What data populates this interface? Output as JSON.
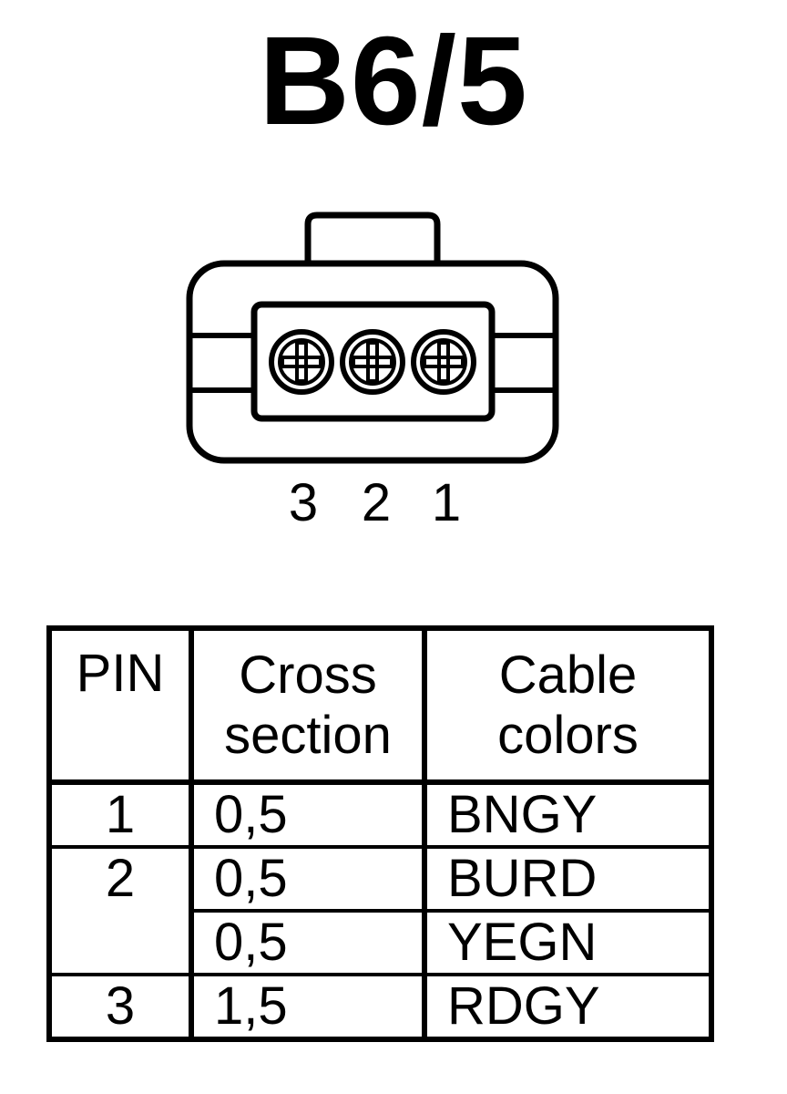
{
  "title": "B6/5",
  "connector": {
    "pin_labels": [
      "3",
      "2",
      "1"
    ]
  },
  "table": {
    "headers": {
      "pin": "PIN",
      "cross_section_line1": "Cross",
      "cross_section_line2": "section",
      "cable_colors_line1": "Cable",
      "cable_colors_line2": "colors"
    },
    "rows": [
      {
        "pin": "1",
        "cross_section": "0,5",
        "cable_color": "BNGY"
      },
      {
        "pin": "2",
        "cross_section": "0,5",
        "cable_color": "BURD"
      },
      {
        "pin": "",
        "cross_section": "0,5",
        "cable_color": "YEGN"
      },
      {
        "pin": "3",
        "cross_section": "1,5",
        "cable_color": "RDGY"
      }
    ]
  }
}
